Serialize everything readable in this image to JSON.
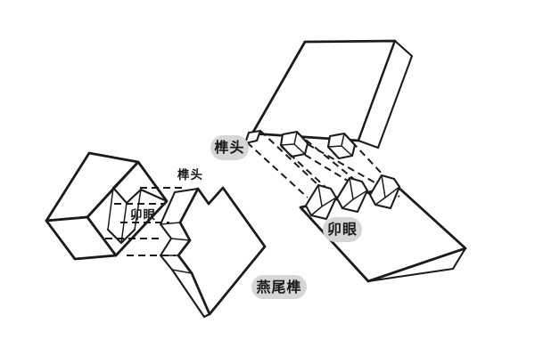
{
  "figure": {
    "background_color": "#ffffff",
    "line_color": "#1b1b1b",
    "pill_background_color": "#d6d6d6",
    "label_text_color": "#1a1a1a",
    "diagrams": [
      {
        "id": "single-dovetail-joint",
        "description_visible_parts": "block with dovetail socket, board with dovetail tongue, dashed assembly lines",
        "labels": {
          "tenon": {
            "text": "榫头",
            "style": "plain"
          },
          "mortise": {
            "text": "卯眼",
            "style": "plain"
          },
          "joint_name": {
            "text": "燕尾榫",
            "style": "pill"
          }
        }
      },
      {
        "id": "board-dovetail-joint",
        "description_visible_parts": "upper board with dovetail pins, lower board with dovetail sockets, dashed assembly lines",
        "labels": {
          "tenon": {
            "text": "榫头",
            "style": "pill"
          },
          "mortise": {
            "text": "卯眼",
            "style": "pill"
          }
        }
      }
    ]
  }
}
